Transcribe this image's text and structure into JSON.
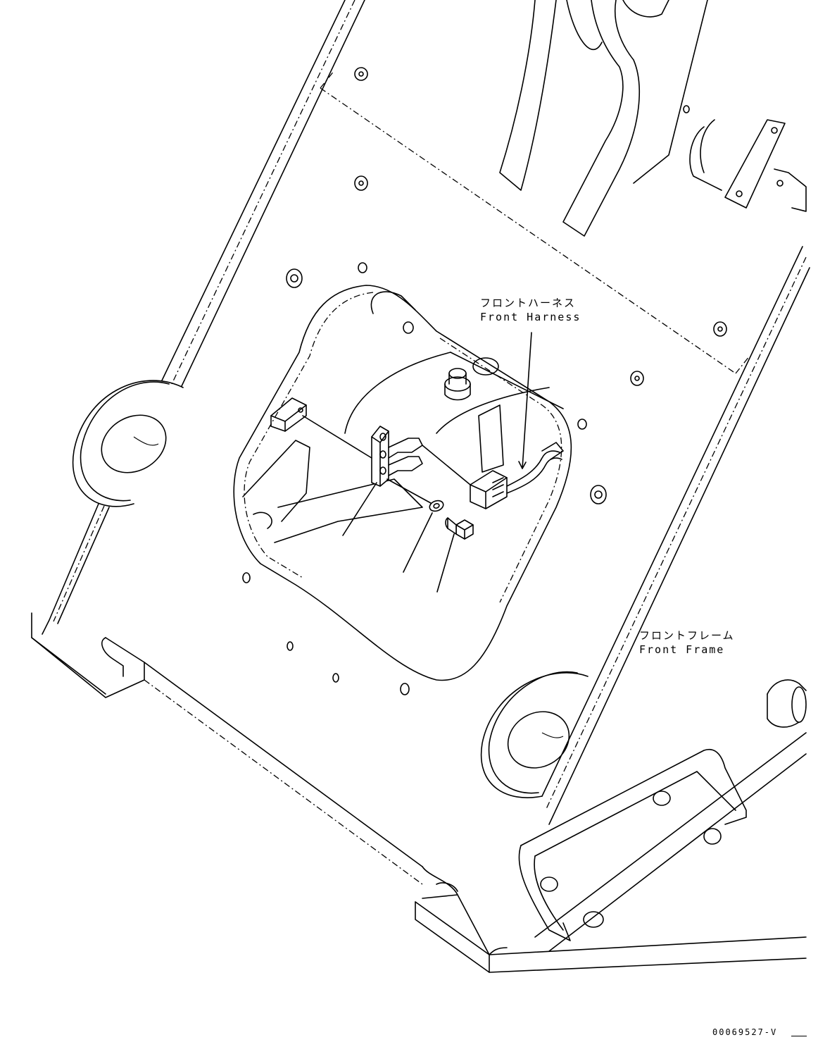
{
  "callouts": {
    "front_harness": {
      "jp": "フロントハーネス",
      "en": "Front Harness"
    },
    "front_frame": {
      "jp": "フロントフレーム",
      "en": "Front Frame"
    }
  },
  "drawing_number": "00069527-V",
  "colors": {
    "line": "#000000",
    "background": "#ffffff"
  }
}
